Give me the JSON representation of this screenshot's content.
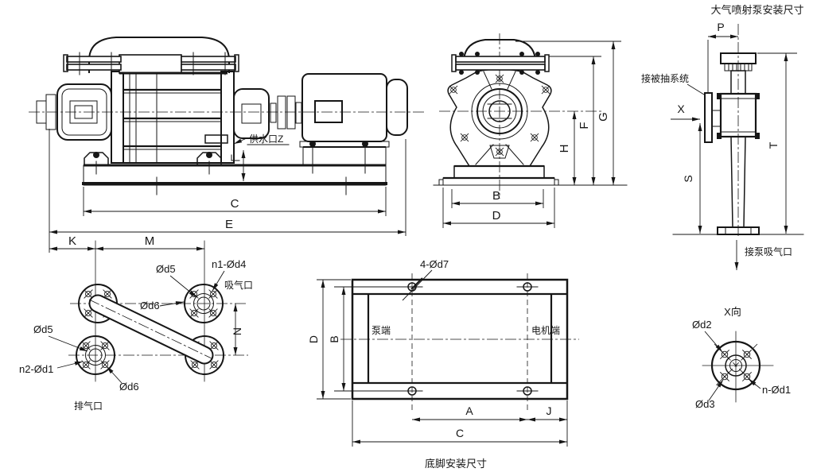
{
  "side_view": {
    "water_port": "供水口Z",
    "dim_c": "C",
    "dim_e": "E",
    "dim_k": "K",
    "dim_m": "M"
  },
  "front_view": {
    "dim_b": "B",
    "dim_d": "D",
    "dim_f": "F",
    "dim_g": "G",
    "dim_h": "H"
  },
  "jet_view": {
    "title": "大气喷射泵安装尺寸",
    "dim_p": "P",
    "dim_t": "T",
    "dim_s": "S",
    "view_x": "X",
    "to_system": "接被抽系统",
    "to_pump_suction": "接泵吸气口"
  },
  "ports_view": {
    "suction_d5": "Ød5",
    "suction_bolts": "n1-Ød4",
    "suction_label": "吸气口",
    "suction_d6": "Ød6",
    "dim_n": "N",
    "exhaust_d5": "Ød5",
    "exhaust_bolts": "n2-Ød1",
    "exhaust_d6": "Ød6",
    "exhaust_label": "排气口"
  },
  "base_view": {
    "holes": "4-Ød7",
    "pump_end": "泵端",
    "motor_end": "电机端",
    "dim_a": "A",
    "dim_j": "J",
    "dim_c": "C",
    "dim_b": "B",
    "dim_d": "D",
    "caption": "底脚安装尺寸"
  },
  "x_view": {
    "title": "X向",
    "d2": "Ød2",
    "d3": "Ød3",
    "bolts": "n-Ød1"
  },
  "colors": {
    "line": "#161616",
    "background": "#ffffff"
  }
}
